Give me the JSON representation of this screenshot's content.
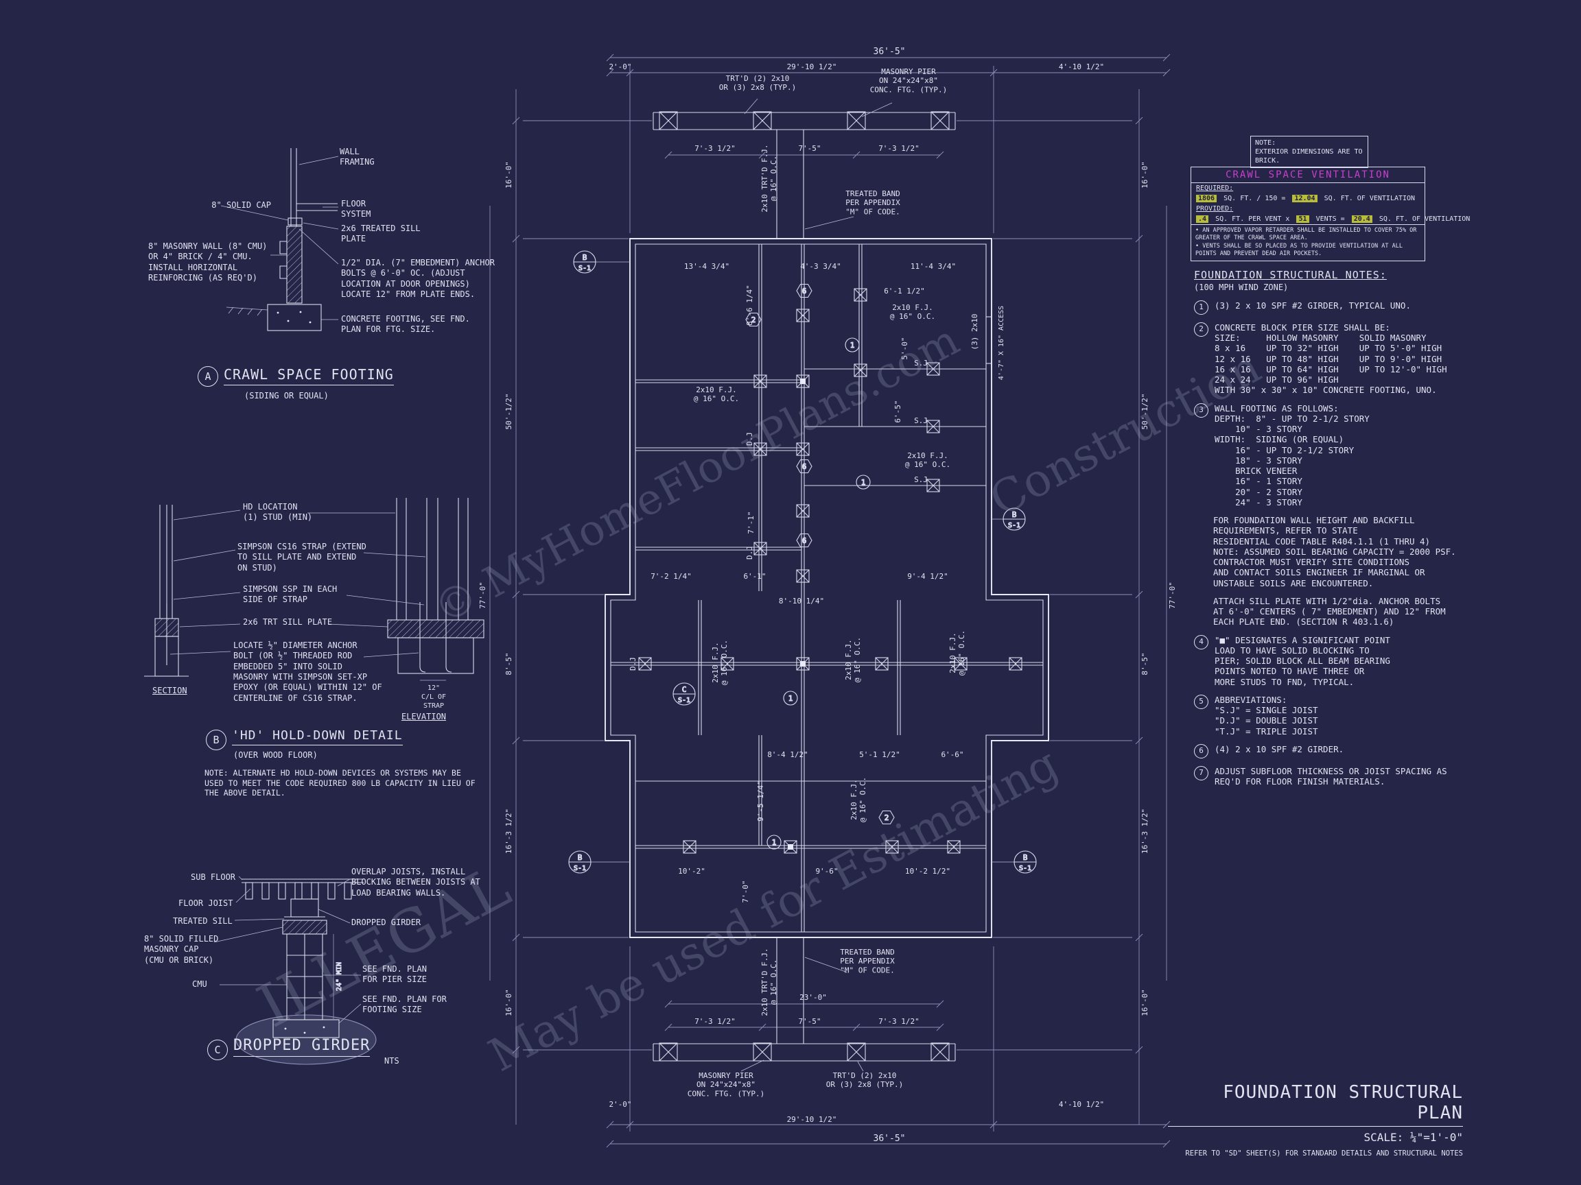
{
  "sheet": {
    "bg": "#242547",
    "line_color": "#dfe0ee",
    "accent": "#cc3fcf",
    "highlight": "#b9bd3c"
  },
  "watermark": {
    "line1": "© MyHomeFloorPlans.com",
    "line2": "May be used for Estimating",
    "line3": "ILLEGAL",
    "line4": "Construction"
  },
  "title_block": {
    "title": "FOUNDATION STRUCTURAL PLAN",
    "scale": "SCALE: ¼\"=1'-0\"",
    "note": "REFER TO \"SD\" SHEET(S) FOR STANDARD DETAILS AND STRUCTURAL NOTES"
  },
  "note_box": {
    "title": "NOTE:",
    "text": "EXTERIOR DIMENSIONS ARE TO BRICK."
  },
  "ventilation": {
    "title": "CRAWL SPACE VENTILATION",
    "required_label": "REQUIRED:",
    "req_area": "1806",
    "req_mid": "SQ. FT. / 150 =",
    "req_value": "12.04",
    "req_suffix": "SQ. FT. OF VENTILATION",
    "provided_label": "PROVIDED:",
    "prov_per": ".4",
    "prov_mid": "SQ. FT. PER VENT x",
    "prov_vents": "51",
    "prov_eq": "VENTS =",
    "prov_value": "20.4",
    "prov_suffix": "SQ. FT. OF VENTILATION",
    "bullet1": "AN APPROVED VAPOR RETARDER SHALL BE INSTALLED TO COVER 75% OR GREATER OF THE CRAWL SPACE AREA.",
    "bullet2": "VENTS SHALL BE SO PLACED AS TO PROVIDE VENTILATION AT ALL POINTS AND PREVENT DEAD AIR POCKETS."
  },
  "notes": {
    "title": "FOUNDATION STRUCTURAL NOTES:",
    "subtitle": "(100 MPH WIND ZONE)",
    "items": [
      {
        "n": "1",
        "text": "(3) 2 x 10 SPF #2 GIRDER, TYPICAL UNO."
      },
      {
        "n": "2",
        "text": "CONCRETE BLOCK PIER SIZE SHALL BE:\nSIZE:     HOLLOW MASONRY    SOLID MASONRY\n8 x 16    UP TO 32\" HIGH    UP TO 5'-0\" HIGH\n12 x 16   UP TO 48\" HIGH    UP TO 9'-0\" HIGH\n16 x 16   UP TO 64\" HIGH    UP TO 12'-0\" HIGH\n24 x 24   UP TO 96\" HIGH\nWITH 30\" x 30\" x 10\" CONCRETE FOOTING, UNO."
      },
      {
        "n": "3",
        "text": "WALL FOOTING AS FOLLOWS:\nDEPTH:  8\" - UP TO 2-1/2 STORY\n    10\" - 3 STORY\nWIDTH:  SIDING (OR EQUAL)\n    16\" - UP TO 2-1/2 STORY\n    18\" - 3 STORY\n    BRICK VENEER\n    16\" - 1 STORY\n    20\" - 2 STORY\n    24\" - 3 STORY"
      },
      {
        "n": "",
        "text": "FOR FOUNDATION WALL HEIGHT AND BACKFILL\nREQUIREMENTS, REFER TO STATE\nRESIDENTIAL CODE TABLE R404.1.1 (1 THRU 4)\nNOTE: ASSUMED SOIL BEARING CAPACITY = 2000 PSF.\nCONTRACTOR MUST VERIFY SITE CONDITIONS\nAND CONTACT SOILS ENGINEER IF MARGINAL OR\nUNSTABLE SOILS ARE ENCOUNTERED."
      },
      {
        "n": "",
        "text": "ATTACH SILL PLATE WITH 1/2\"dia. ANCHOR BOLTS\nAT 6'-0\" CENTERS ( 7\" EMBEDMENT) AND 12\" FROM\nEACH PLATE END. (SECTION R 403.1.6)"
      },
      {
        "n": "4",
        "text": "\"■\" DESIGNATES A SIGNIFICANT POINT\nLOAD TO HAVE SOLID BLOCKING TO\nPIER; SOLID BLOCK ALL BEAM BEARING\nPOINTS NOTED TO HAVE THREE OR\nMORE STUDS TO FND, TYPICAL."
      },
      {
        "n": "5",
        "text": "ABBREVIATIONS:\n\"S.J\" = SINGLE JOIST\n\"D.J\" = DOUBLE JOIST\n\"T.J\" = TRIPLE JOIST"
      },
      {
        "n": "6",
        "text": "(4) 2 x 10 SPF #2 GIRDER."
      },
      {
        "n": "7",
        "text": "ADJUST SUBFLOOR THICKNESS OR JOIST SPACING AS\nREQ'D FOR FLOOR FINISH MATERIALS."
      }
    ]
  },
  "detail_a": {
    "tag": "A",
    "title": "CRAWL SPACE FOOTING",
    "subtitle": "(SIDING OR EQUAL)",
    "wall_framing": "WALL\nFRAMING",
    "solid_cap": "8\" SOLID CAP",
    "floor_system": "FLOOR\nSYSTEM",
    "sill_plate": "2x6 TREATED SILL\nPLATE",
    "masonry_wall": "8\" MASONRY WALL (8\" CMU)\nOR 4\" BRICK / 4\" CMU.\nINSTALL HORIZONTAL\nREINFORCING (AS REQ'D)",
    "anchor": "1/2\" DIA. (7\" EMBEDMENT) ANCHOR\nBOLTS @ 6'-0\" OC. (ADJUST\nLOCATION AT DOOR OPENINGS)\nLOCATE 12\" FROM PLATE ENDS.",
    "footing": "CONCRETE FOOTING, SEE FND.\nPLAN FOR FTG. SIZE."
  },
  "detail_b": {
    "tag": "B",
    "title": "'HD' HOLD-DOWN DETAIL",
    "subtitle": "(OVER WOOD FLOOR)",
    "hd_location": "HD LOCATION\n(1) STUD (MIN)",
    "strap": "SIMPSON CS16 STRAP (EXTEND\nTO SILL PLATE AND EXTEND\nON STUD)",
    "ssp": "SIMPSON SSP IN EACH\nSIDE OF STRAP",
    "sill": "2x6 TRT SILL PLATE",
    "anchor": "LOCATE ½\" DIAMETER ANCHOR\nBOLT (OR ½\" THREADED ROD\nEMBEDDED 5\" INTO SOLID\nMASONRY WITH SIMPSON SET-XP\nEPOXY (OR EQUAL) WITHIN 12\" OF\nCENTERLINE OF CS16 STRAP.",
    "section": "SECTION",
    "elevation": "ELEVATION",
    "strap_cl": "12\"\nC/L OF\nSTRAP",
    "note": "NOTE: ALTERNATE HD HOLD-DOWN DEVICES OR SYSTEMS MAY BE\nUSED TO MEET THE CODE REQUIRED 800 LB CAPACITY IN LIEU OF\nTHE ABOVE DETAIL."
  },
  "detail_c": {
    "tag": "C",
    "title": "DROPPED GIRDER",
    "nts": "NTS",
    "sub_floor": "SUB FLOOR",
    "floor_joist": "FLOOR JOIST",
    "treated_sill": "TREATED SILL",
    "cap": "8\" SOLID FILLED\nMASONRY CAP\n(CMU OR BRICK)",
    "cmu": "CMU",
    "overlap": "OVERLAP JOISTS, INSTALL\nBLOCKING BETWEEN JOISTS AT\nLOAD BEARING WALLS.",
    "dropped_girder": "DROPPED GIRDER",
    "min24": "24\" MIN",
    "pier_size": "SEE FND. PLAN\nFOR PIER SIZE",
    "footing_size": "SEE FND. PLAN FOR\nFOOTING SIZE"
  },
  "plan": {
    "dim_overall_top": "36'-5\"",
    "dim_top": [
      "2'-0\"",
      "29'-10 1/2\"",
      "4'-10 1/2\""
    ],
    "dim_bottom": [
      "2'-0\"",
      "29'-10 1/2\"",
      "4'-10 1/2\""
    ],
    "dim_overall_bottom": "36'-5\"",
    "dim_left": [
      "16'-0\"",
      "50'-1/2\"",
      "8'-5\"",
      "16'-3 1/2\"",
      "16'-0\""
    ],
    "dim_left_overall": "77'-0\"",
    "dim_right": [
      "16'-0\"",
      "50'-1/2\"",
      "8'-5\"",
      "16'-3 1/2\"",
      "16'-0\""
    ],
    "dim_right_overall": "77'-0\"",
    "porch_dims": [
      "7'-3 1/2\"",
      "7'-5\"",
      "7'-3 1/2\""
    ],
    "dim_23": "23'-0\"",
    "band_note": "TRT'D (2) 2x10\nOR (3) 2x8 (TYP.)",
    "pier_note": "MASONRY PIER\nON 24\"x24\"x8\"\nCONC. FTG. (TYP.)",
    "treated_band": "TREATED BAND\nPER APPENDIX\n\"M\" OF CODE.",
    "trtd_joist": "2x10 TRT'D F.J.\n@ 16\" O.C.",
    "joist": "2x10 F.J.\n@ 16\" O.C.",
    "access": "4'-7\" X 16\" ACCESS",
    "girder3": "(3) 2x10",
    "sj": "S.J",
    "dj": "D.J",
    "sec_b": "B",
    "sec_c": "C",
    "sec_s1": "S-1",
    "m1": "1",
    "m2": "2",
    "m6": "6",
    "d": {
      "a1": "13'-4 3/4\"",
      "a2": "4'-3 3/4\"",
      "a3": "11'-4 3/4\"",
      "a4": "6'-1 1/2\"",
      "a5": "8'-6 1/4\"",
      "a6": "5'-0\"",
      "a7": "6'-5\"",
      "a8": "7'-1\"",
      "b1": "7'-2 1/4\"",
      "b2": "6'-1\"",
      "b3": "8'-10 1/4\"",
      "b4": "9'-4 1/2\"",
      "c1": "8'-4 1/2\"",
      "c2": "5'-1 1/2\"",
      "c3": "6'-6\"",
      "e1": "9'-5 1/4\"",
      "e2": "10'-2\"",
      "e3": "9'-6\"",
      "e4": "10'-2 1/2\"",
      "e5": "7'-0\""
    }
  }
}
